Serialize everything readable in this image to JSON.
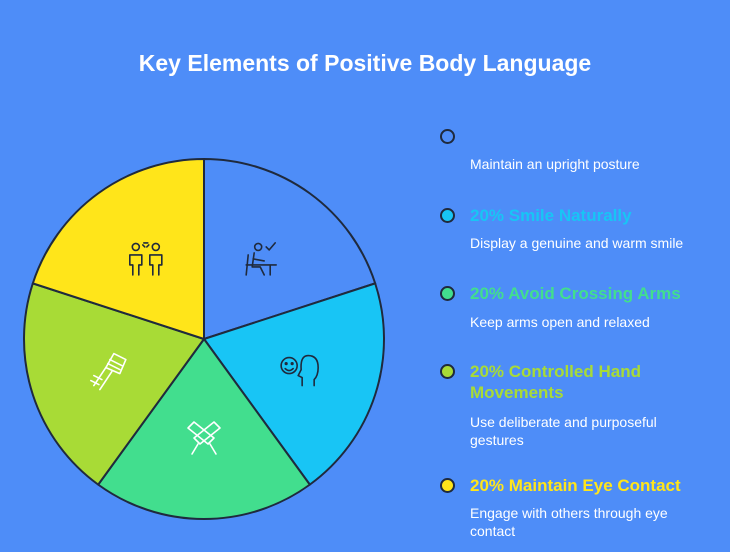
{
  "title": "Key Elements of Positive Body Language",
  "chart_data": {
    "type": "pie",
    "title": "Key Elements of Positive Body Language",
    "slices": [
      {
        "label": "",
        "value": 20,
        "color": "#4E8DF8",
        "description": "Maintain an upright posture",
        "icon": "posture-person-at-desk-icon"
      },
      {
        "label": "20% Smile Naturally",
        "value": 20,
        "color": "#18C5F5",
        "description": "Display a genuine and warm smile",
        "icon": "smiling-face-profile-icon"
      },
      {
        "label": "20% Avoid Crossing Arms",
        "value": 20,
        "color": "#42DE8E",
        "description": "Keep arms open and relaxed",
        "icon": "crossed-arms-icon"
      },
      {
        "label": "20% Controlled Hand Movements",
        "value": 20,
        "color": "#A8DB36",
        "description": "Use deliberate and purposeful gestures",
        "icon": "hand-gesture-icon"
      },
      {
        "label": "20% Maintain Eye Contact",
        "value": 20,
        "color": "#FFE51A",
        "description": "Engage with others through eye contact",
        "icon": "two-people-eye-contact-icon"
      }
    ]
  }
}
